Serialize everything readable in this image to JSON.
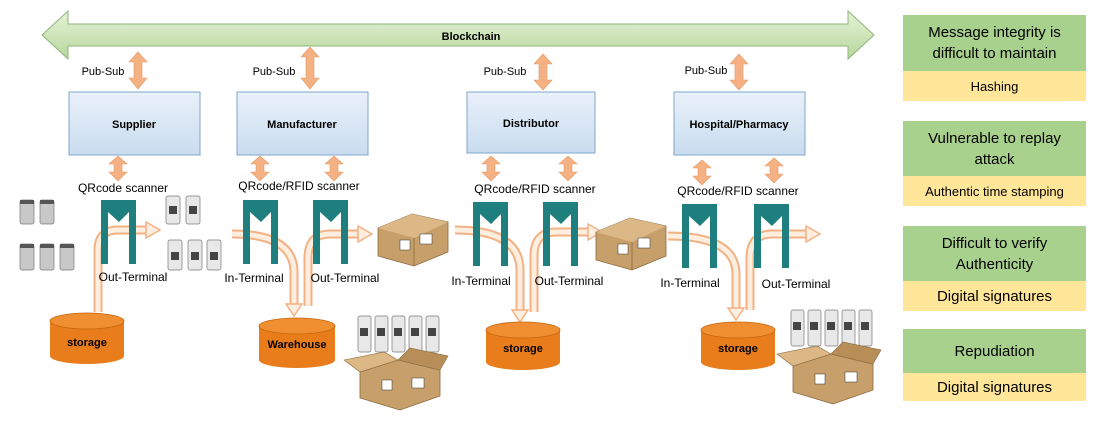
{
  "blockchain": {
    "label": "Blockchain"
  },
  "pubsub": [
    "Pub-Sub",
    "Pub-Sub",
    "Pub-Sub",
    "Pub-Sub"
  ],
  "entities": [
    "Supplier",
    "Manufacturer",
    "Distributor",
    "Hospital/Pharmacy"
  ],
  "scanners": [
    "QRcode scanner",
    "QRcode/RFID scanner",
    "QRcode/RFID scanner",
    "QRcode/RFID scanner"
  ],
  "terminals": {
    "out1": "Out-Terminal",
    "in2": "In-Terminal",
    "out2": "Out-Terminal",
    "in3": "In-Terminal",
    "out3": "Out-Terminal",
    "in4": "In-Terminal",
    "out4": "Out-Terminal"
  },
  "storages": [
    "storage",
    "Warehouse",
    "storage",
    "storage"
  ],
  "threats": [
    {
      "problem": "Message integrity is difficult to maintain",
      "solution": "Hashing"
    },
    {
      "problem": "Vulnerable to replay attack",
      "solution": "Authentic time stamping"
    },
    {
      "problem": "Difficult to verify Authenticity",
      "solution": "Digital signatures"
    },
    {
      "problem": "Repudiation",
      "solution": "Digital signatures"
    }
  ],
  "colors": {
    "blockchain": "#d6eac4",
    "entity": "#dbe9f6",
    "arrow": "#f4b183",
    "scanner": "#1f7f7f",
    "storage": "#e97d1b",
    "problem": "#a9d18e",
    "solution": "#ffe699"
  }
}
